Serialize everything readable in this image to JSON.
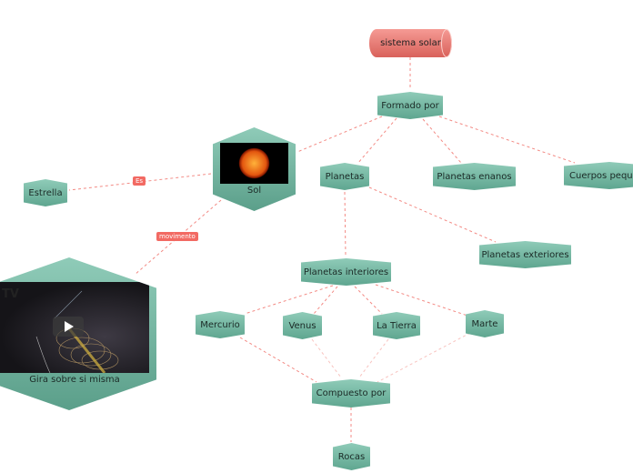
{
  "root": {
    "label": "sistema solar"
  },
  "nodes": {
    "formado_por": "Formado por",
    "sol": "Sol",
    "estrella": "Estrella",
    "planetas": "Planetas",
    "planetas_enanos": "Planetas enanos",
    "cuerpos_pequenos": "Cuerpos pequeños",
    "planetas_exteriores": "Planetas exteriores",
    "planetas_interiores": "Planetas interiores",
    "mercurio": "Mercurio",
    "venus": "Venus",
    "la_tierra": "La Tierra",
    "marte": "Marte",
    "compuesto_por": "Compuesto por",
    "rocas": "Rocas",
    "gira": "Gira sobre si misma"
  },
  "edge_labels": {
    "es": "Es",
    "movimento": "movimento"
  },
  "video": {
    "watermark": "TV"
  },
  "colors": {
    "accent": "#f26a63",
    "node": "#6fb39e",
    "edge": "#f38a84"
  }
}
